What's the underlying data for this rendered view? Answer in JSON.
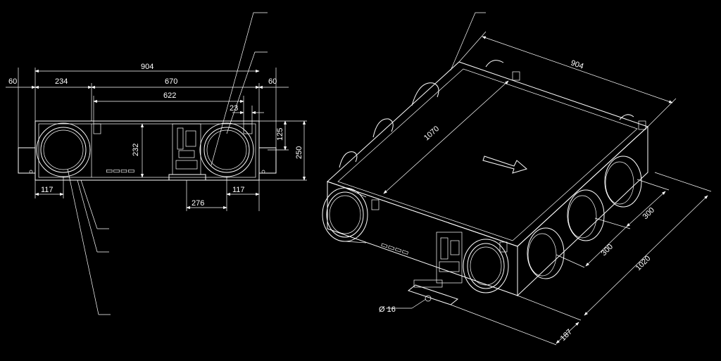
{
  "front_view": {
    "dims": {
      "overall_width": "904",
      "left_margin": "60",
      "left_section": "234",
      "inner_width": "670",
      "right_margin": "60",
      "inner_span": "622",
      "small_offset": "23",
      "height_outlet": "125",
      "height_total": "250",
      "inner_height": "232",
      "left_duct_offset": "117",
      "right_duct_offset": "117",
      "right_duct_span": "276"
    }
  },
  "iso_view": {
    "dims": {
      "width": "904",
      "length": "1070",
      "spacing_1": "300",
      "spacing_2": "300",
      "depth": "1020",
      "edge": "187",
      "drain_dia": "Ø 16"
    }
  }
}
